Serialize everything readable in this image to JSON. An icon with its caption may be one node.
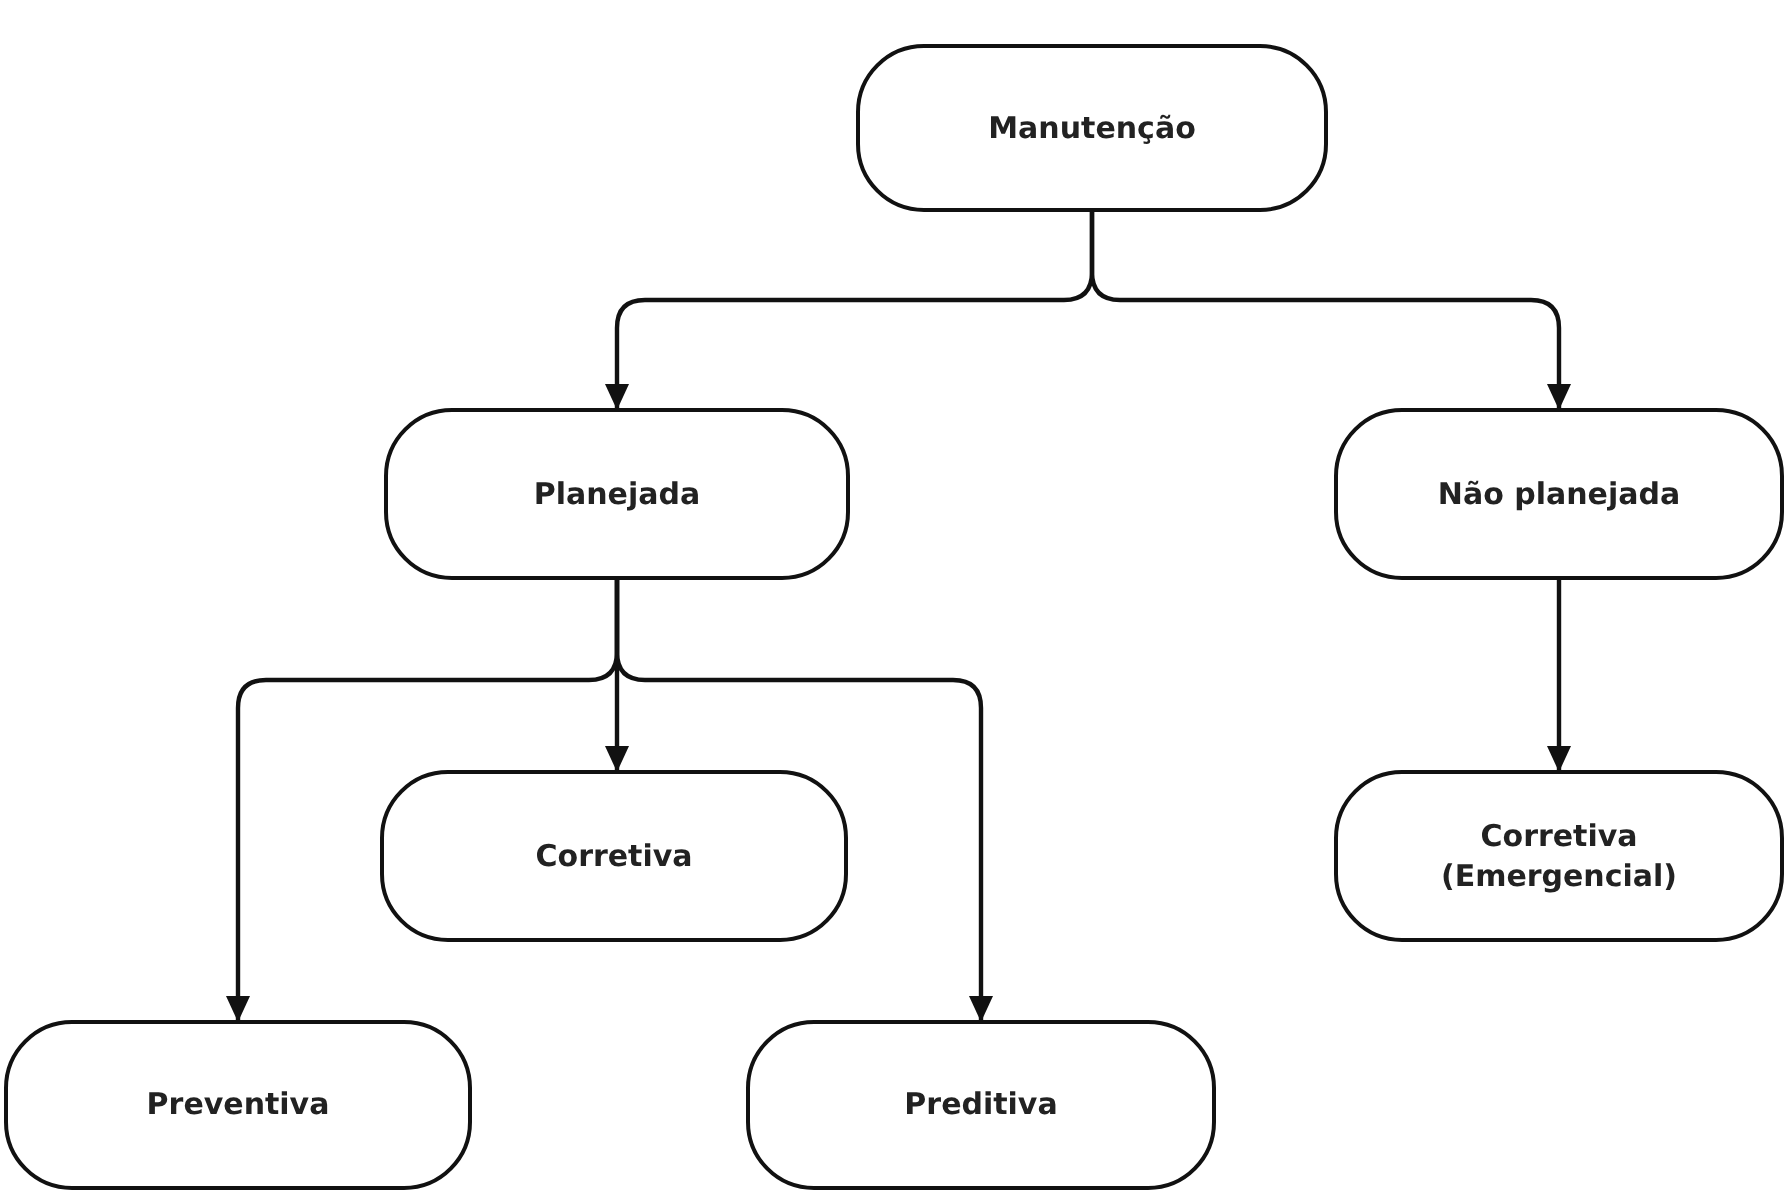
{
  "diagram": {
    "nodes": [
      {
        "text": [
          "Manutenção"
        ]
      },
      {
        "text": [
          "Planejada"
        ]
      },
      {
        "text": [
          "Não planejada"
        ]
      },
      {
        "text": [
          "Corretiva"
        ]
      },
      {
        "text": [
          "Preventiva"
        ]
      },
      {
        "text": [
          "Preditiva"
        ]
      },
      {
        "text": [
          "Corretiva (Emergencial)"
        ]
      }
    ],
    "edges": [
      {
        "from": 0,
        "to": 1,
        "arrow": "to"
      },
      {
        "from": 0,
        "to": 2,
        "arrow": "to"
      },
      {
        "from": 1,
        "to": 3,
        "arrow": "to"
      },
      {
        "from": 1,
        "to": 4,
        "arrow": "to"
      },
      {
        "from": 1,
        "to": 5,
        "arrow": "to"
      },
      {
        "from": 2,
        "to": 6,
        "arrow": "to"
      }
    ]
  }
}
